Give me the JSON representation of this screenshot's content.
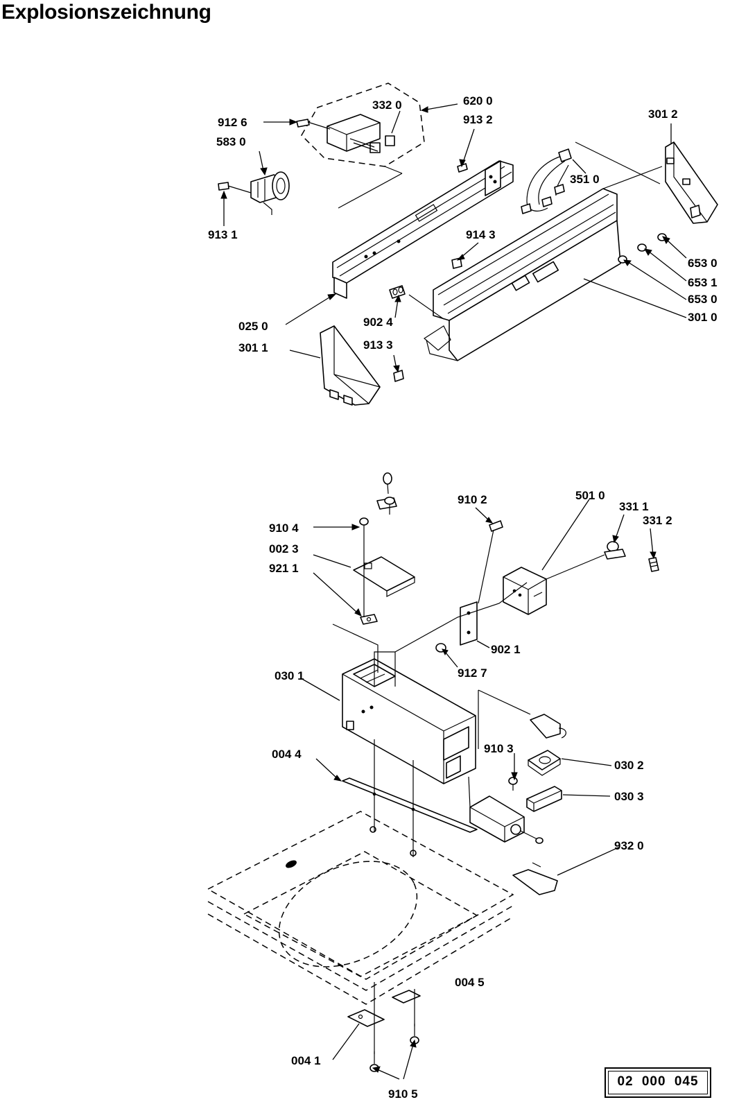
{
  "page": {
    "title": "Explosionszeichnung",
    "document_number": "02 000 045"
  },
  "upper_assembly": {
    "labels": {
      "p9126": "912 6",
      "p5830": "583 0",
      "p3320": "332 0",
      "p6200": "620 0",
      "p9132": "913 2",
      "p3012": "301 2",
      "p9131": "913 1",
      "p3510": "351 0",
      "p9143": "914 3",
      "p6530a": "653 0",
      "p6531": "653 1",
      "p6530b": "653 0",
      "p3010": "301 0",
      "p0250": "025 0",
      "p9024": "902 4",
      "p3011": "301 1",
      "p9133": "913 3"
    }
  },
  "lower_assembly": {
    "labels": {
      "p9102": "910 2",
      "p5010": "501 0",
      "p3311": "331 1",
      "p3312": "331 2",
      "p9104": "910 4",
      "p0023": "002 3",
      "p9211": "921 1",
      "p9021": "902 1",
      "p9127": "912 7",
      "p0301": "030 1",
      "p0044": "004 4",
      "p9103": "910 3",
      "p0302": "030 2",
      "p0303": "030 3",
      "p9320": "932 0",
      "p0045": "004 5",
      "p0041": "004 1",
      "p9105": "910 5"
    }
  }
}
